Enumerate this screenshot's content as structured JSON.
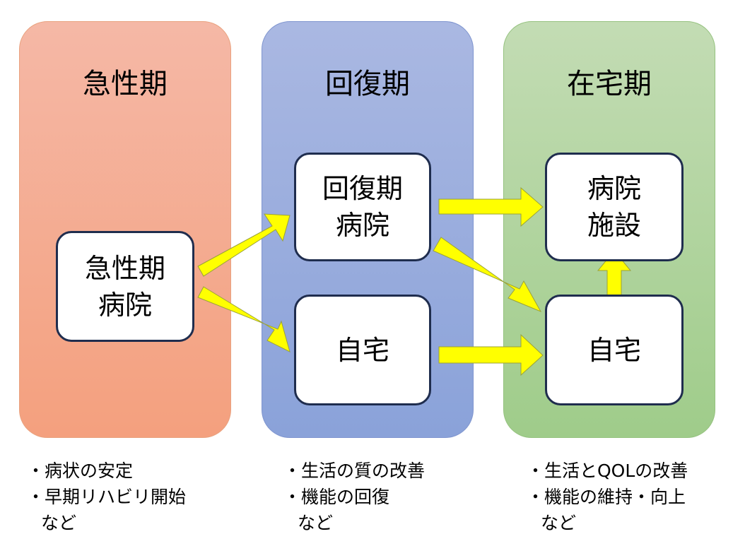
{
  "phases": {
    "acute": {
      "title": "急性期",
      "box": {
        "line1": "急性期",
        "line2": "病院"
      },
      "notes": [
        "・病状の安定",
        "・早期リハビリ開始",
        "など"
      ]
    },
    "recovery": {
      "title": "回復期",
      "box_hospital": {
        "line1": "回復期",
        "line2": "病院"
      },
      "box_home": {
        "line1": "自宅"
      },
      "notes": [
        "・生活の質の改善",
        "・機能の回復",
        "など"
      ]
    },
    "home": {
      "title": "在宅期",
      "box_facility": {
        "line1": "病院",
        "line2": "施設"
      },
      "box_home": {
        "line1": "自宅"
      },
      "notes": [
        "・生活とQOLの改善",
        "・機能の維持・向上",
        "など"
      ]
    }
  },
  "colors": {
    "acute_fill": "#f4a07e",
    "recovery_fill": "#8aa2d9",
    "home_fill": "#9fcc8a",
    "arrow": "#ffff00",
    "arrow_outline": "#7f8f2f",
    "box_border": "#1f2d4e"
  }
}
